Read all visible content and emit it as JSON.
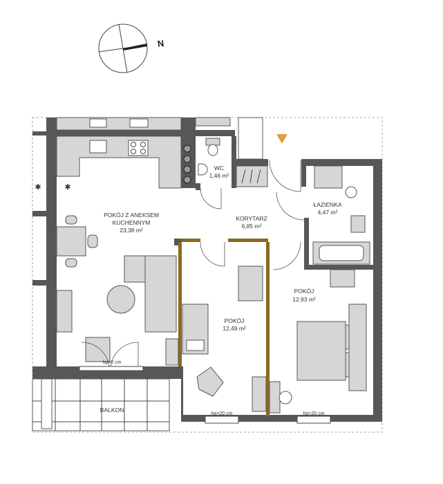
{
  "compass": {
    "label": "N"
  },
  "rooms": [
    {
      "name": "POKÓJ Z ANEKSEM",
      "name2": "KUCHENNYM",
      "area": "23,38 m²"
    },
    {
      "name": "WC",
      "area": "1,46 m²"
    },
    {
      "name": "KORYTARZ",
      "area": "6,85 m²"
    },
    {
      "name": "ŁAZIENKA",
      "area": "4,47 m²"
    },
    {
      "name": "POKÓJ",
      "area": "12,49 m²"
    },
    {
      "name": "POKÓJ",
      "area": "12,93 m²"
    },
    {
      "name": "BALKON",
      "area": ""
    }
  ],
  "windows": [
    "hp=0 cm",
    "hp=20 cm",
    "hp=20 cm"
  ],
  "colors": {
    "wall": "#575757",
    "furniture": "#d6d6d6",
    "entrance_marker": "#e0a040",
    "partition": "#8a6a1e"
  }
}
